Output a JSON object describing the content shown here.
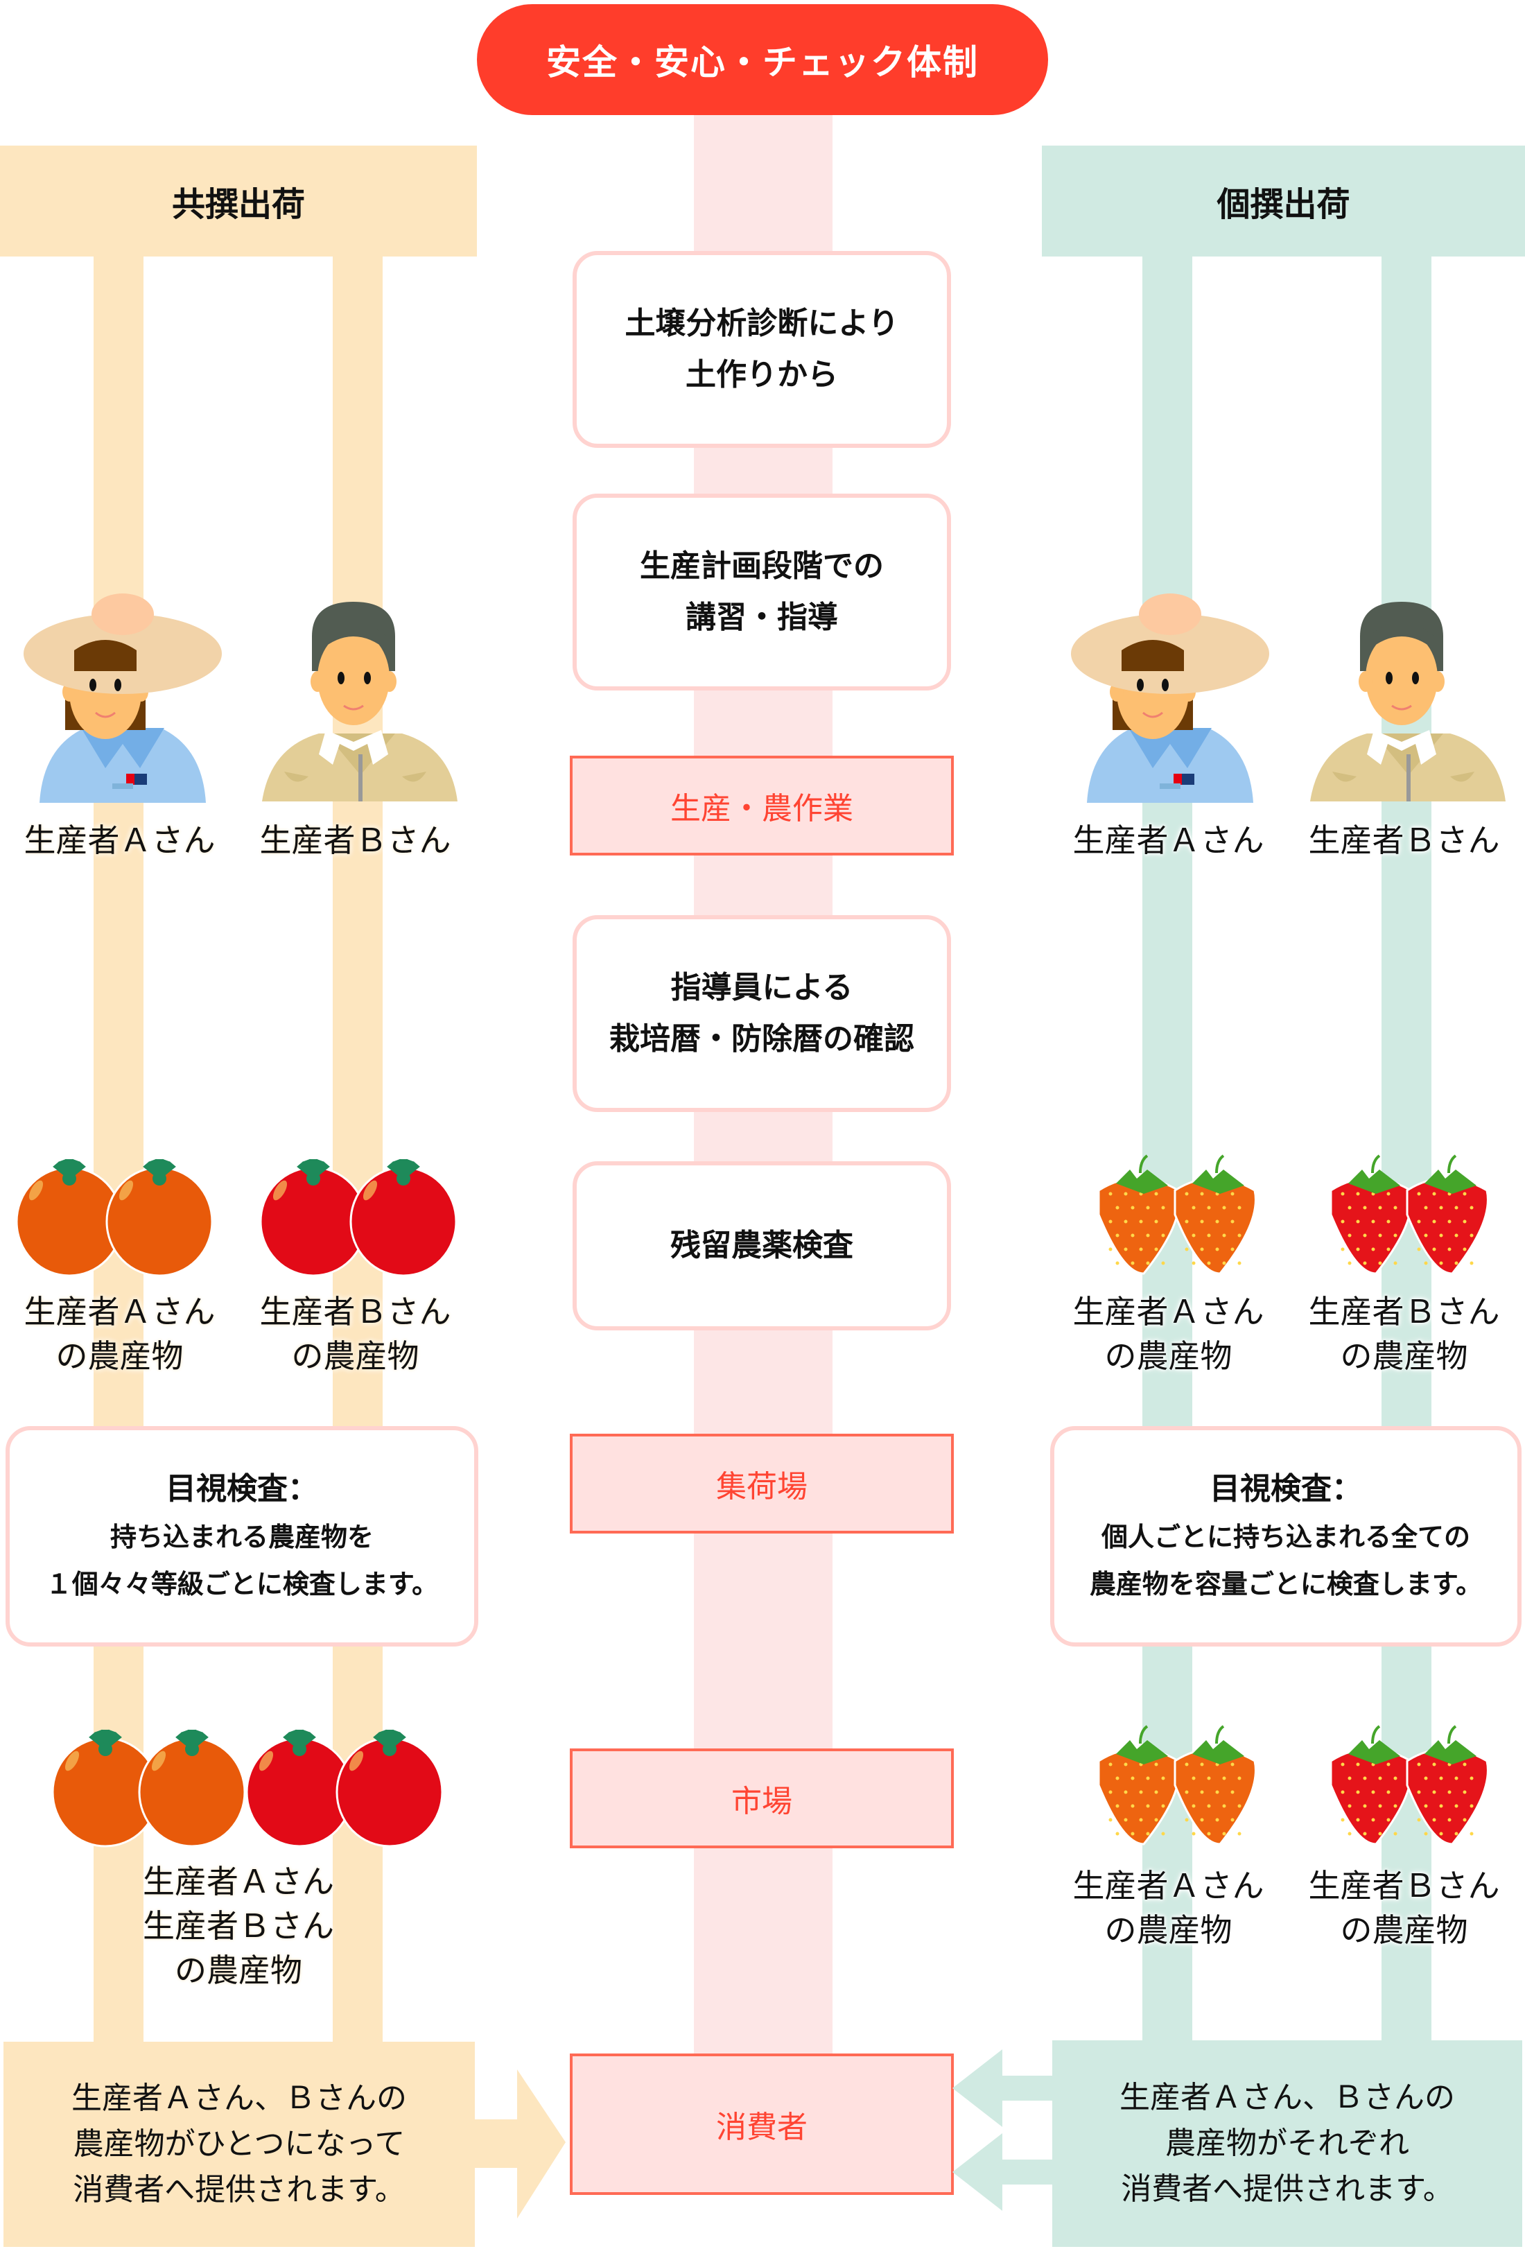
{
  "title": "安全・安心・チェック体制",
  "columns": {
    "left": {
      "header": "共撰出荷"
    },
    "right": {
      "header": "個撰出荷"
    }
  },
  "center_steps": [
    {
      "lines": [
        "土壌分析診断により",
        "土作りから"
      ]
    },
    {
      "lines": [
        "生産計画段階での",
        "講習・指導"
      ]
    },
    {
      "lines": [
        "指導員による",
        "栽培暦・防除暦の確認"
      ]
    },
    {
      "lines": [
        "残留農薬検査"
      ]
    }
  ],
  "stages": {
    "production": "生産・農作業",
    "collection": "集荷場",
    "market": "市場",
    "consumer": "消費者"
  },
  "producers": {
    "a": "生産者Ａさん",
    "b": "生産者Ｂさん"
  },
  "produce_labels": {
    "a": [
      "生産者Ａさん",
      "の農産物"
    ],
    "b": [
      "生産者Ｂさん",
      "の農産物"
    ],
    "combined": [
      "生産者Ａさん",
      "生産者Ｂさん",
      "の農産物"
    ]
  },
  "inspection": {
    "left": {
      "heading": "目視検査：",
      "lines": [
        "持ち込まれる農産物を",
        "１個々々等級ごとに検査します。"
      ]
    },
    "right": {
      "heading": "目視検査：",
      "lines": [
        "個人ごとに持ち込まれる全ての",
        "農産物を容量ごとに検査します。"
      ]
    }
  },
  "final": {
    "left": [
      "生産者Ａさん、Ｂさんの",
      "農産物がひとつになって",
      "消費者へ提供されます。"
    ],
    "right": [
      "生産者Ａさん、Ｂさんの",
      "農産物がそれぞれ",
      "消費者へ提供されます。"
    ]
  },
  "icons": {
    "producer_a": "farmer-woman-hat-icon",
    "producer_b": "farmer-man-icon",
    "produce_left": "tomato-icon",
    "produce_right": "strawberry-icon",
    "arrow": "arrow-icon"
  },
  "colors": {
    "accent": "#FF3D2B",
    "left_lane": "#FDE6BF",
    "right_lane": "#D0EAE2",
    "center_lane": "#FDE6E6",
    "stage_fill": "#FFE1E0",
    "stage_border": "#FF6A55",
    "tomato_a": "#E85A0A",
    "tomato_b": "#E20A17",
    "strawberry_a": "#EE6410",
    "strawberry_b": "#E5141A"
  }
}
